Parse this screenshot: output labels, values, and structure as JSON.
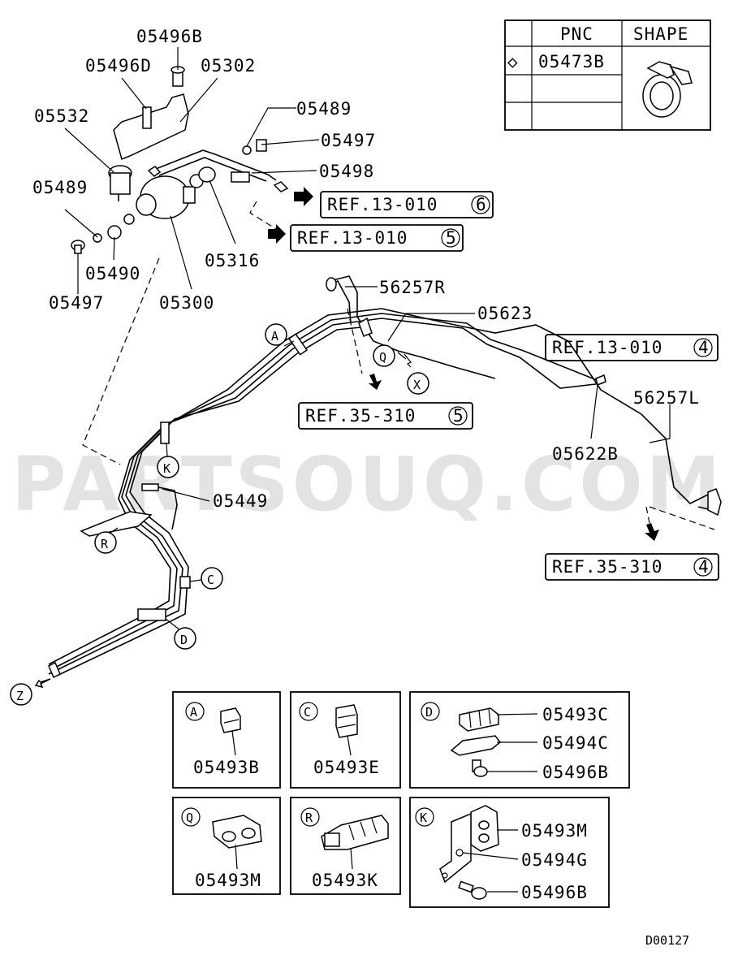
{
  "watermark": "PARTSOUQ.COM",
  "legend": {
    "header_pnc": "PNC",
    "header_shape": "SHAPE",
    "row_symbol": "◇",
    "row_pnc": "05473B"
  },
  "callouts": {
    "p05496B_top": "05496B",
    "p05496D": "05496D",
    "p05302": "05302",
    "p05532": "05532",
    "p05489_a": "05489",
    "p05497_a": "05497",
    "p05498": "05498",
    "p05489_b": "05489",
    "p05490": "05490",
    "p05497_b": "05497",
    "p05300": "05300",
    "p05316": "05316",
    "p56257R": "56257R",
    "p05623": "05623",
    "p56257L": "56257L",
    "p05622B": "05622B",
    "p05449": "05449"
  },
  "refs": {
    "ref1_text": "REF.13-010",
    "ref1_num": "6",
    "ref2_text": "REF.13-010",
    "ref2_num": "5",
    "ref3_text": "REF.13-010",
    "ref3_num": "4",
    "ref4_text": "REF.35-310",
    "ref4_num": "5",
    "ref5_text": "REF.35-310",
    "ref5_num": "4"
  },
  "markers": {
    "A": "A",
    "Q": "Q",
    "X": "X",
    "K": "K",
    "R": "R",
    "C": "C",
    "D": "D",
    "Z": "Z"
  },
  "details": {
    "A": {
      "letter": "A",
      "parts": [
        "05493B"
      ]
    },
    "C": {
      "letter": "C",
      "parts": [
        "05493E"
      ]
    },
    "D": {
      "letter": "D",
      "parts": [
        "05493C",
        "05494C",
        "05496B"
      ]
    },
    "Q": {
      "letter": "Q",
      "parts": [
        "05493M"
      ]
    },
    "R": {
      "letter": "R",
      "parts": [
        "05493K"
      ]
    },
    "K": {
      "letter": "K",
      "parts": [
        "05493M",
        "05494G",
        "05496B"
      ]
    }
  },
  "diagram_id": "D00127"
}
